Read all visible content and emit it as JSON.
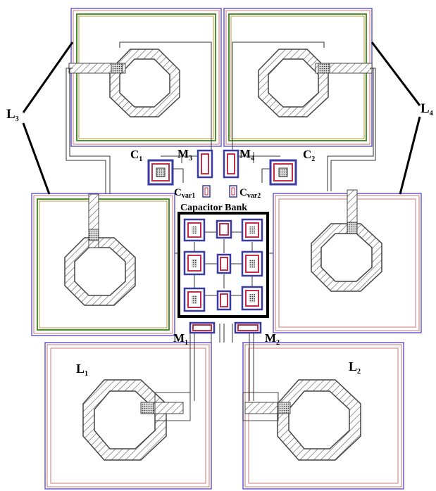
{
  "labels": {
    "L1": {
      "main": "L",
      "sub": "1"
    },
    "L2": {
      "main": "L",
      "sub": "2"
    },
    "L3": {
      "main": "L",
      "sub": "3"
    },
    "L4": {
      "main": "L",
      "sub": "4"
    },
    "M1": {
      "main": "M",
      "sub": "1"
    },
    "M2": {
      "main": "M",
      "sub": "2"
    },
    "M3": {
      "main": "M",
      "sub": "3"
    },
    "M4": {
      "main": "M",
      "sub": "4"
    },
    "C1": {
      "main": "C",
      "sub": "1"
    },
    "C2": {
      "main": "C",
      "sub": "2"
    },
    "Cvar1": {
      "main": "C",
      "sub": "var1"
    },
    "Cvar2": {
      "main": "C",
      "sub": "var2"
    },
    "capacitor_bank": "Capacitor Bank"
  },
  "colors": {
    "pad_outer": "#6a5acd",
    "pad_mid": "#c87878",
    "pad_green": "#4f8f2f",
    "pad_olive": "#b0a040",
    "wire": "#333333",
    "coil": "#444444",
    "cap_red": "#c0304a",
    "cap_blue": "#3a3aa0",
    "bank_border": "#000000"
  }
}
